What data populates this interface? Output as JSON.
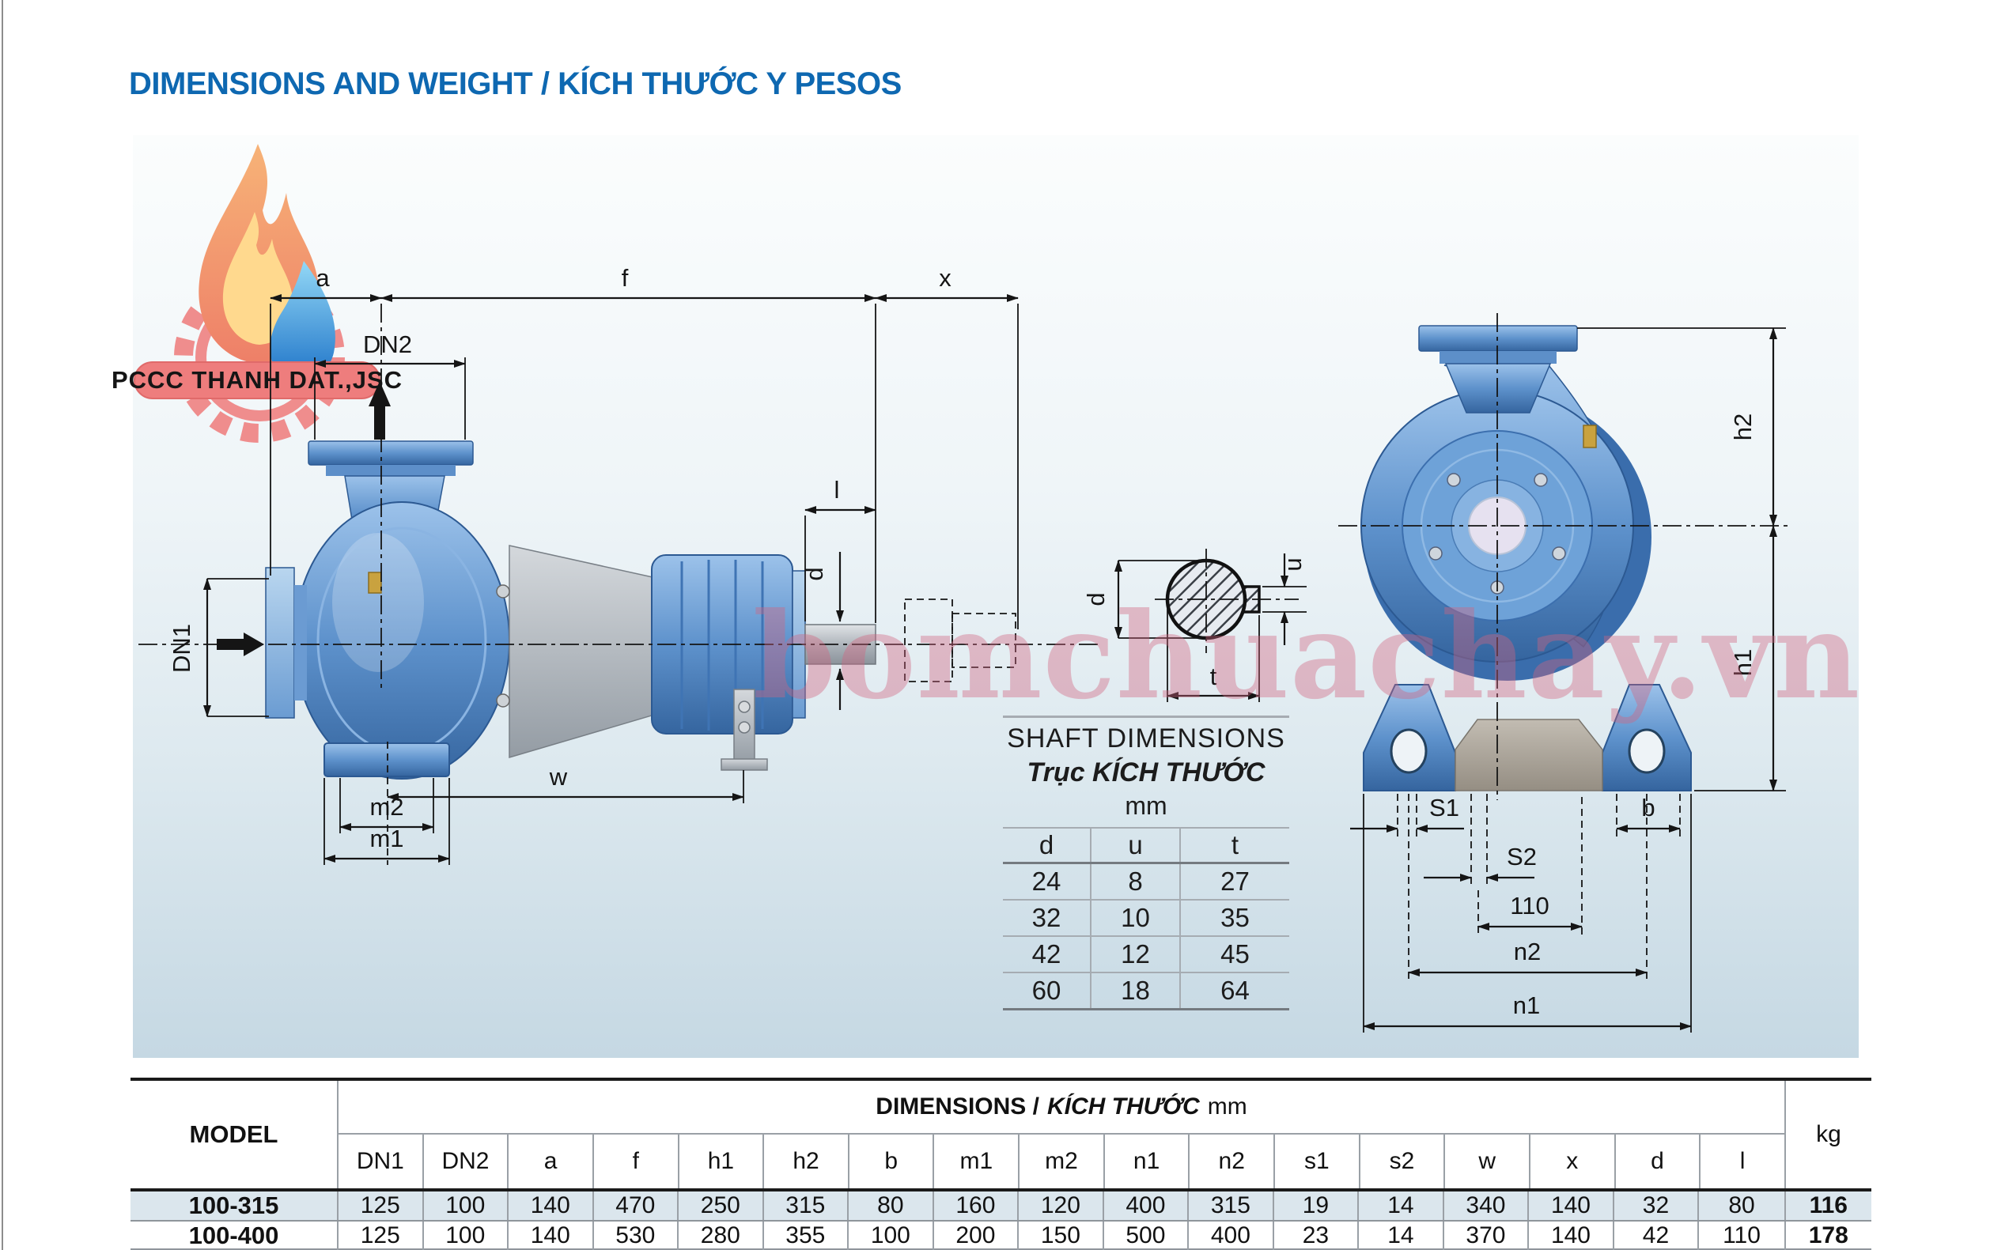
{
  "page": {
    "title": "DIMENSIONS AND WEIGHT / KÍCH THƯỚC Y PESOS"
  },
  "logo": {
    "text": "PCCC THANH DAT.,JSC"
  },
  "watermark": {
    "text": "bomchuachay.vn"
  },
  "side_view_labels": {
    "a": "a",
    "f": "f",
    "x": "x",
    "dn2": "DN2",
    "l": "l",
    "d": "d",
    "dn1": "DN1",
    "w": "w",
    "m2": "m2",
    "m1": "m1"
  },
  "section_labels": {
    "d": "d",
    "u": "u",
    "t": "t"
  },
  "front_view_labels": {
    "h2": "h2",
    "h1": "h1",
    "s1": "S1",
    "s2": "S2",
    "b": "b",
    "dim110": "110",
    "n2": "n2",
    "n1": "n1"
  },
  "shaft_table": {
    "title_en": "SHAFT DIMENSIONS",
    "title_vi": "Trục KÍCH THƯỚC",
    "unit": "mm",
    "headers": [
      "d",
      "u",
      "t"
    ],
    "rows": [
      [
        "24",
        "8",
        "27"
      ],
      [
        "32",
        "10",
        "35"
      ],
      [
        "42",
        "12",
        "45"
      ],
      [
        "60",
        "18",
        "64"
      ]
    ]
  },
  "dim_table": {
    "model_label": "MODEL",
    "header_bold": "DIMENSIONS /",
    "header_italic": "KÍCH THƯỚC",
    "header_unit": "mm",
    "kg_label": "kg",
    "columns": [
      "DN1",
      "DN2",
      "a",
      "f",
      "h1",
      "h2",
      "b",
      "m1",
      "m2",
      "n1",
      "n2",
      "s1",
      "s2",
      "w",
      "x",
      "d",
      "l"
    ],
    "rows": [
      {
        "model": "100-315",
        "values": [
          "125",
          "100",
          "140",
          "470",
          "250",
          "315",
          "80",
          "160",
          "120",
          "400",
          "315",
          "19",
          "14",
          "340",
          "140",
          "32",
          "80"
        ],
        "kg": "116"
      },
      {
        "model": "100-400",
        "values": [
          "125",
          "100",
          "140",
          "530",
          "280",
          "355",
          "100",
          "200",
          "150",
          "500",
          "400",
          "23",
          "14",
          "370",
          "140",
          "42",
          "110"
        ],
        "kg": "178"
      }
    ]
  }
}
